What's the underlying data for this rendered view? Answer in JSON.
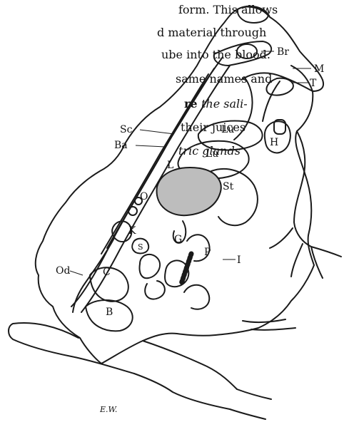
{
  "text_fragment": {
    "line1": "form.   This allows",
    "line2": "d material through",
    "line3": "ube into the blood.",
    "line4": "same names and",
    "line5a": "re",
    "line5b": "the sali-",
    "line6": "their juices",
    "line7": "tric glands"
  },
  "labels": {
    "br": "Br",
    "m": "M",
    "t": "T",
    "sc": "Sc",
    "ba": "Ba",
    "lu1": "Lu",
    "lu2": "Lu",
    "h": "H",
    "l": "L",
    "o": "O",
    "st": "St",
    "k": "K",
    "s": "S",
    "g": "G",
    "p": "P",
    "i": "I",
    "od": "Od",
    "c": "C",
    "b": "B"
  },
  "signature": "E.W."
}
